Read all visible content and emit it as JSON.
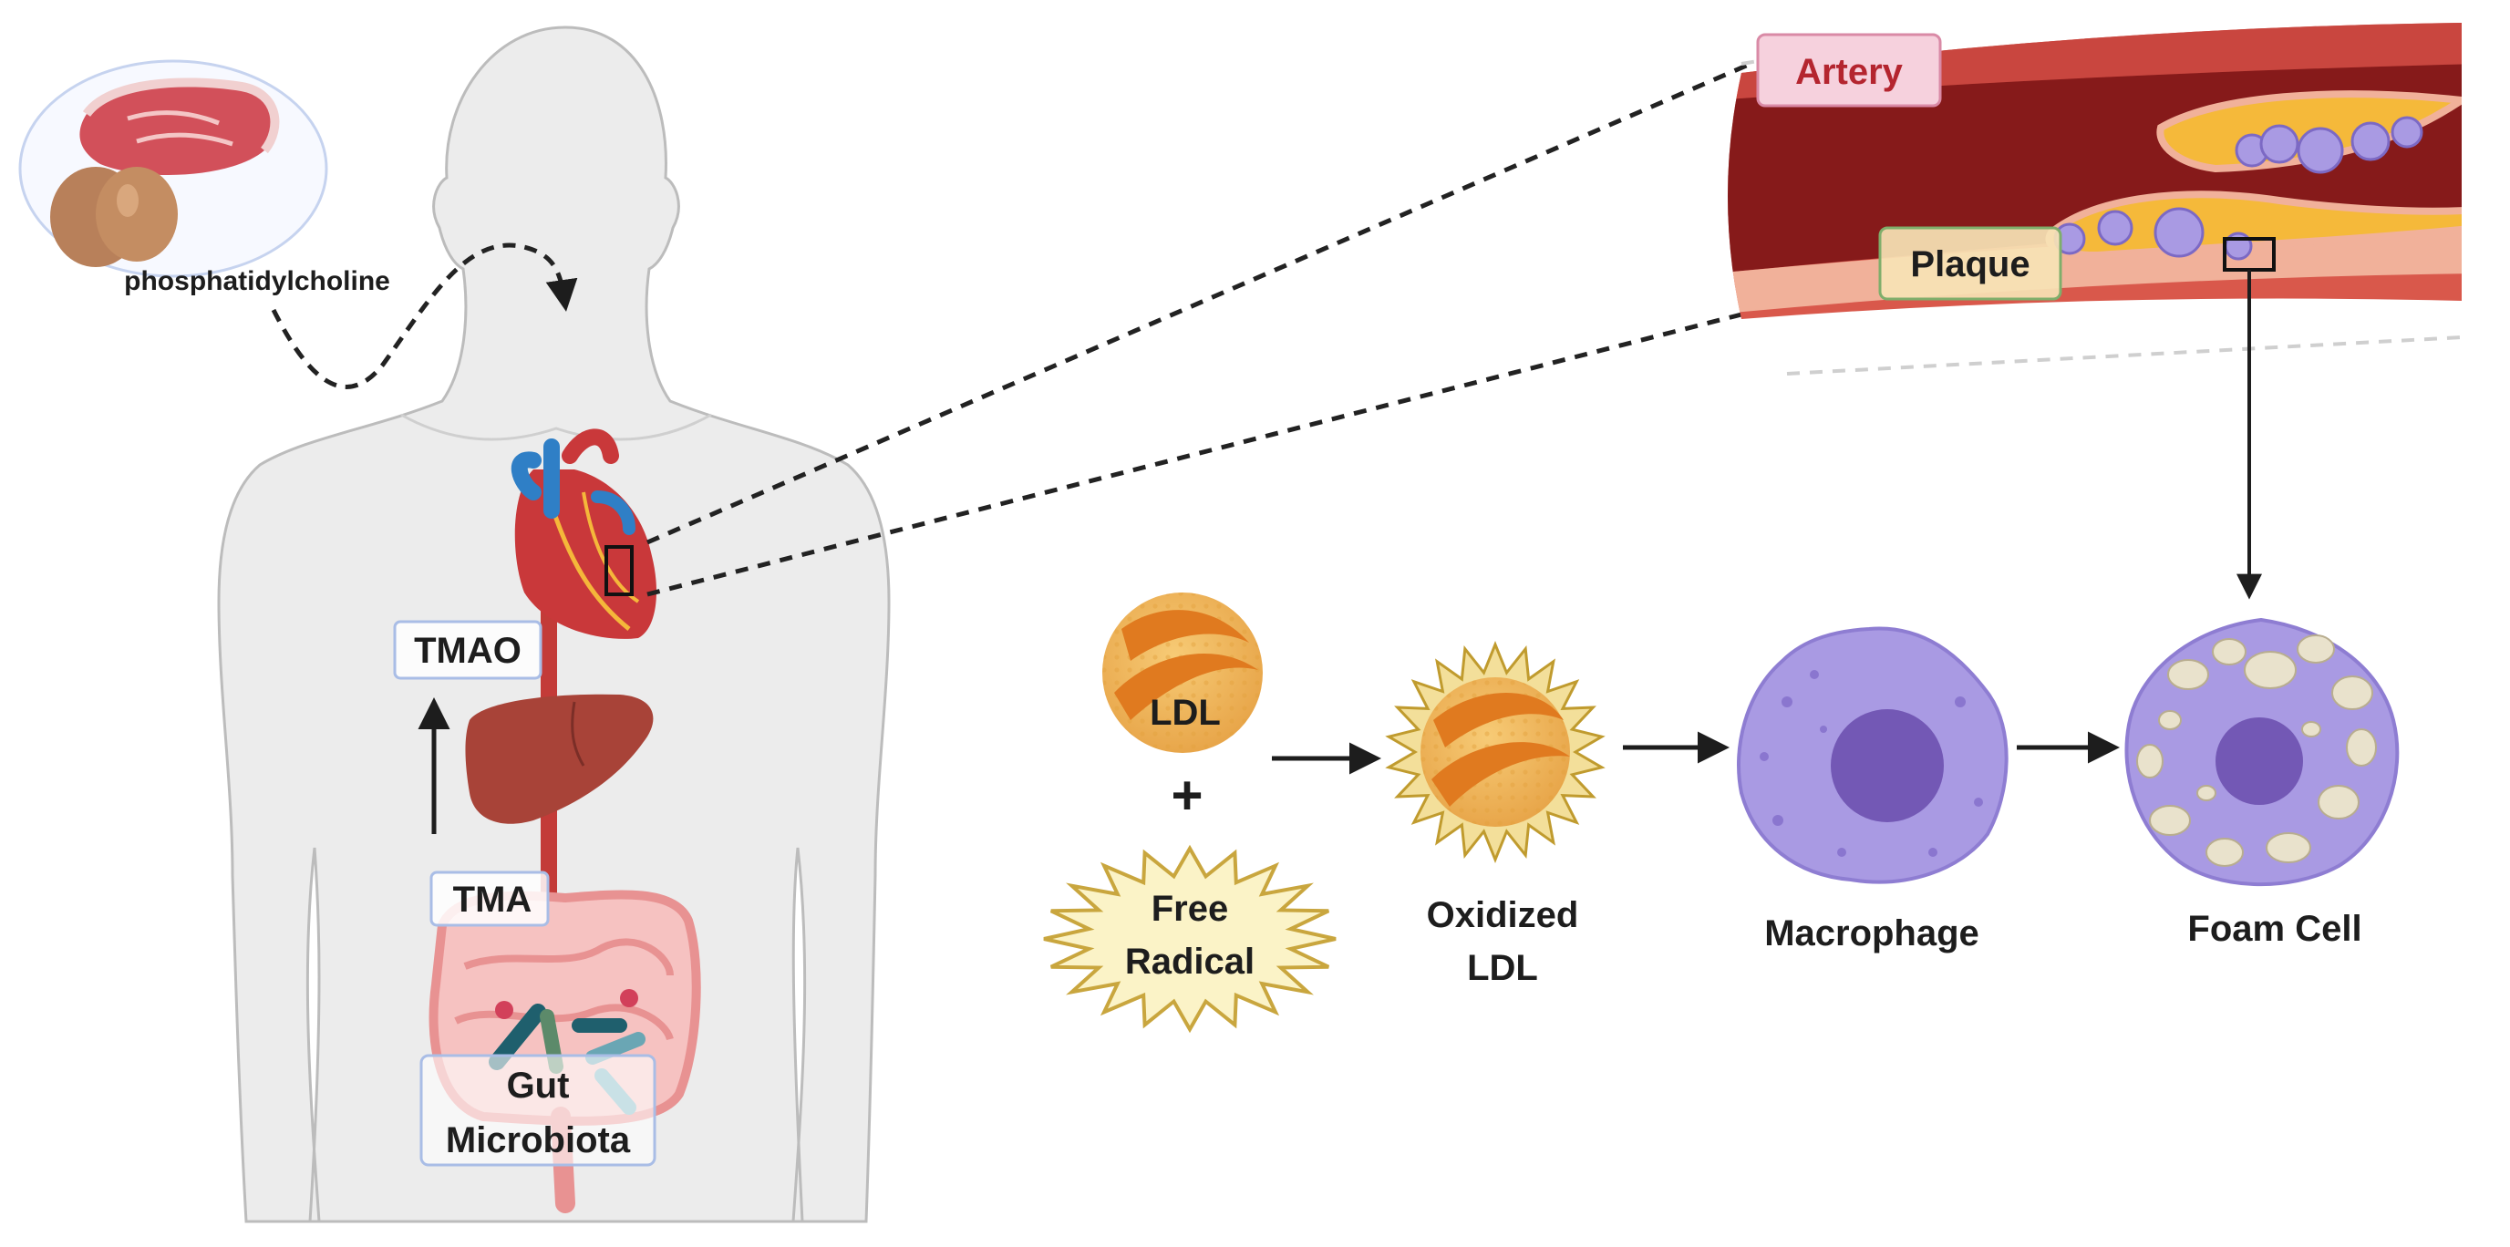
{
  "labels": {
    "food_source": "phosphatidylcholine",
    "tmao": "TMAO",
    "tma": "TMA",
    "gut_line1": "Gut",
    "gut_line2": "Microbiota",
    "artery": "Artery",
    "plaque": "Plaque",
    "ldl": "LDL",
    "plus": "+",
    "free_radical_line1": "Free",
    "free_radical_line2": "Radical",
    "oxidized_line1": "Oxidized",
    "oxidized_line2": "LDL",
    "macrophage": "Macrophage",
    "foam_cell": "Foam Cell"
  },
  "colors": {
    "label_box_border": "#a9bde6",
    "artery_label": "#b4252f",
    "artery_lumen": "#861a1a",
    "artery_wall": "#c9463f",
    "plaque_fat": "#f5b93a",
    "ldl_body": "#f0b64f",
    "ldl_band": "#e07a1f",
    "macrophage": "#a99ae3",
    "macrophage_nucleus": "#7358b5",
    "foam_lipid": "#e9e2cc",
    "heart": "#c9383a",
    "vessel_blue": "#2f7fc6",
    "liver": "#a84338",
    "intestine": "#f2a7a6",
    "body_fill": "#ececec"
  },
  "icons": [
    "meat-steak-icon",
    "egg-icon",
    "heart-icon",
    "liver-icon",
    "intestine-icon",
    "bacteria-icon",
    "artery-icon",
    "macrophage-icon",
    "foam-cell-icon",
    "ldl-particle-icon",
    "free-radical-icon"
  ]
}
